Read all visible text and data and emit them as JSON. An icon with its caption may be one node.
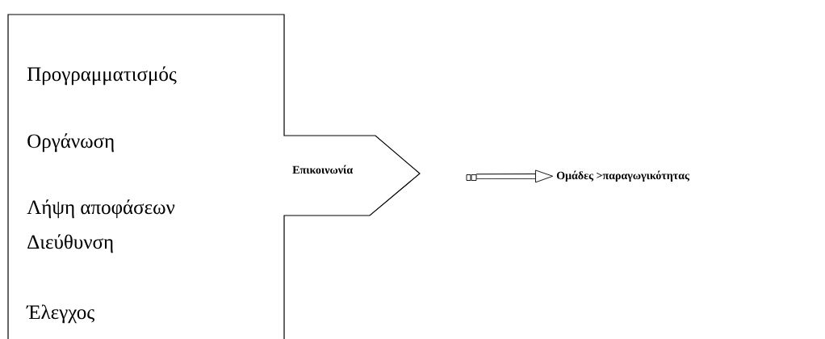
{
  "diagram": {
    "nodes": [
      {
        "text": [
          "Προγραμματισμός",
          "Οργάνωση",
          "Λήψη αποφάσεων",
          "Διεύθυνση",
          "Έλεγχος",
          "Επικοινωνία"
        ]
      },
      {
        "text": [
          "Ομάδες >παραγωγικότητας"
        ]
      }
    ],
    "edges": [
      {
        "from": 0,
        "to": 1,
        "arrow": "to"
      }
    ]
  }
}
